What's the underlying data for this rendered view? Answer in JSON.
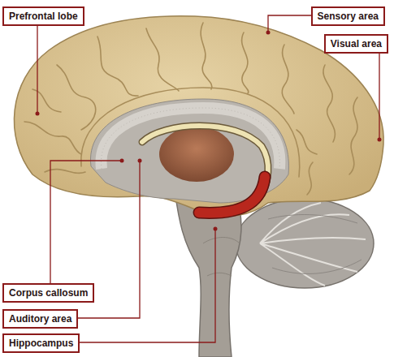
{
  "diagram": {
    "nodes": [
      {
        "text": [
          "Prefrontal lobe"
        ]
      },
      {
        "text": [
          "Sensory area"
        ]
      },
      {
        "text": [
          "Visual area"
        ]
      },
      {
        "text": [
          "Corpus callosum"
        ]
      },
      {
        "text": [
          "Auditory area"
        ]
      },
      {
        "text": [
          "Hippocampus"
        ]
      }
    ]
  }
}
